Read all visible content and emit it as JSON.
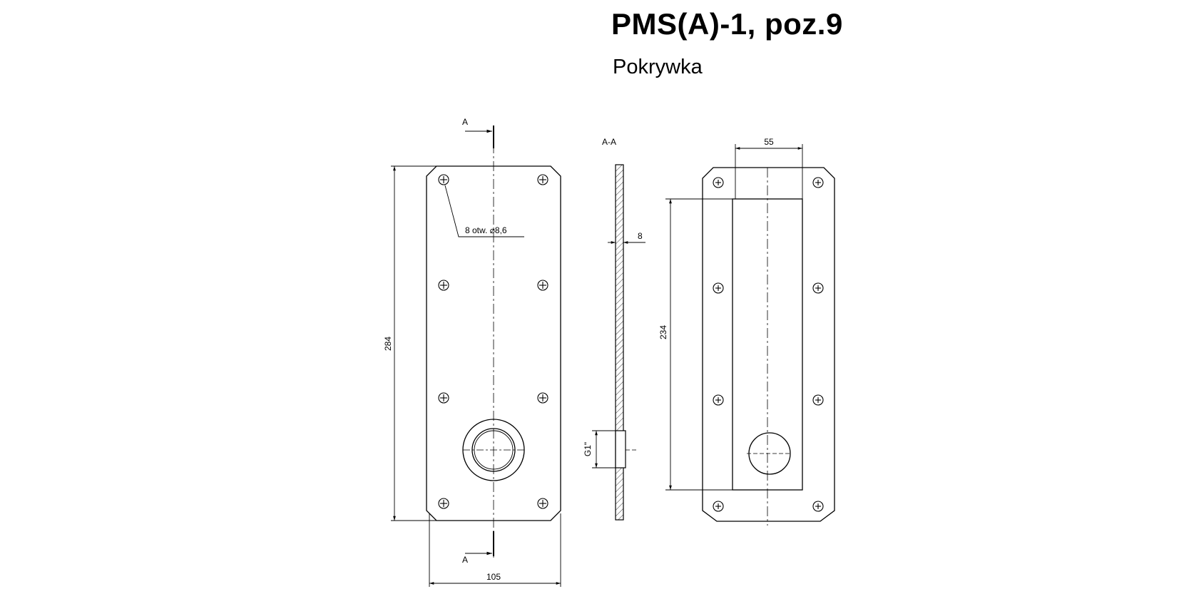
{
  "title": "PMS(A)-1, poz.9",
  "subtitle": "Pokrywka",
  "front_view": {
    "section_mark_top": "A",
    "section_mark_bottom": "A",
    "hole_note": "8 otw. ⌀8,6",
    "height_dim": "284",
    "width_dim": "105"
  },
  "section_view": {
    "label": "A-A",
    "thickness_dim": "8",
    "thread_dim": "G1\""
  },
  "back_view": {
    "width_dim": "55",
    "height_dim": "234"
  }
}
